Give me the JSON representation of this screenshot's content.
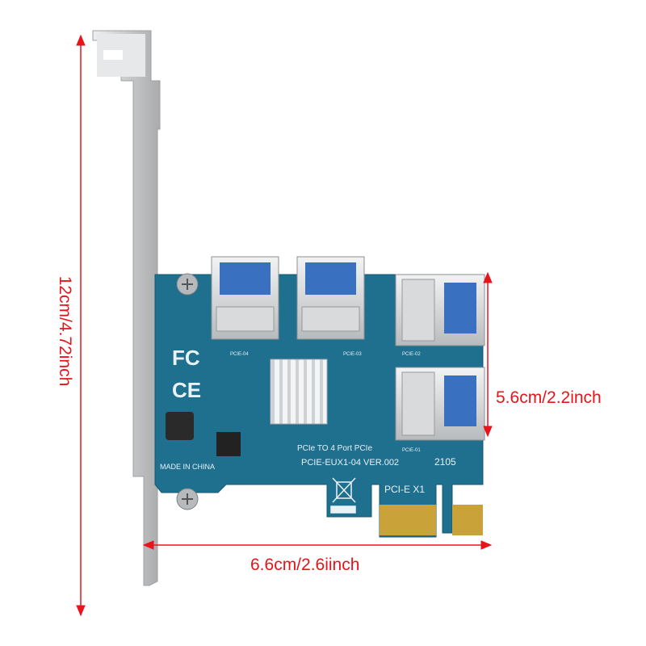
{
  "product": {
    "silkscreen": {
      "title": "PCIe TO 4 Port PCIe",
      "model": "PCIE-EUX1-04  VER.002",
      "interface": "PCI-E X1",
      "origin": "MADE IN CHINA",
      "fcc": "FC",
      "ce": "CE",
      "date_code": "2105",
      "port_labels": [
        "PCIE-04",
        "PCIE-03",
        "PCIE-02",
        "PCIE-01"
      ]
    },
    "board_color": "#1f6f8f",
    "bracket_color": "#c9cbcc"
  },
  "dimensions": {
    "height": "12cm/4.72inch",
    "depth": "5.6cm/2.2inch",
    "width": "6.6cm/2.6iinch",
    "color": "#e8141b"
  }
}
